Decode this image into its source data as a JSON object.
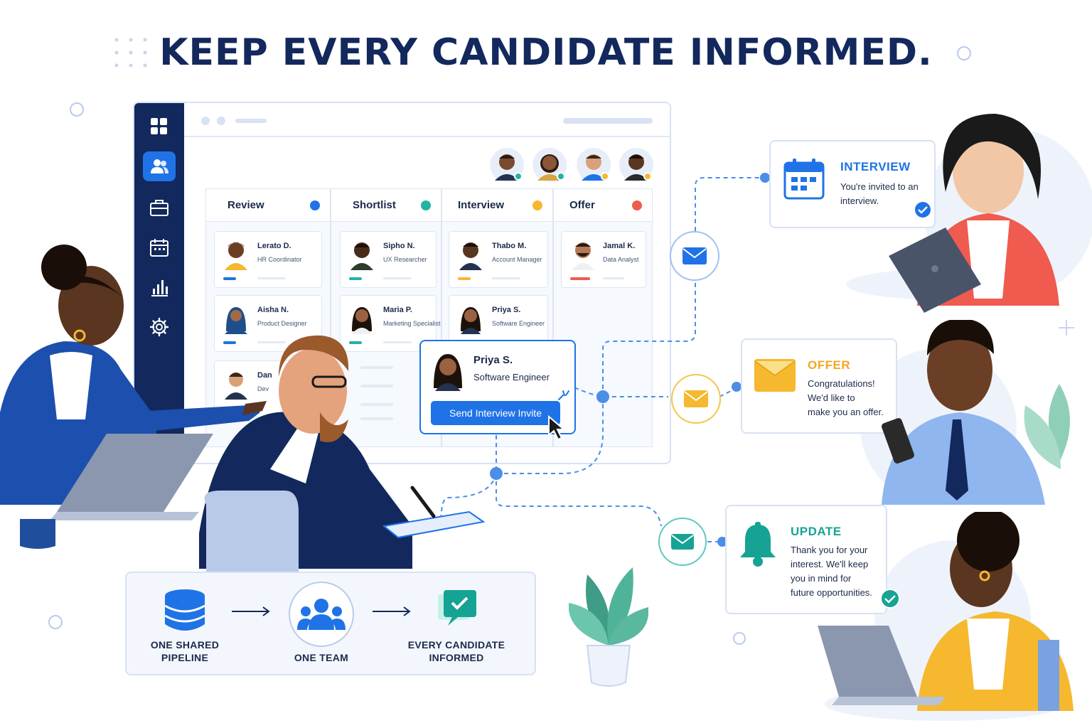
{
  "headline": "KEEP EVERY CANDIDATE INFORMED.",
  "colors": {
    "navy": "#13285c",
    "primary_blue": "#1f73e6",
    "review": "#1f73e6",
    "shortlist": "#22b3a6",
    "interview": "#f5b82e",
    "offer": "#ef5b4f",
    "update_teal": "#16a394"
  },
  "sidebar": {
    "items": [
      {
        "icon": "dashboard-grid-icon",
        "active": false
      },
      {
        "icon": "people-icon",
        "active": true
      },
      {
        "icon": "briefcase-icon",
        "active": false
      },
      {
        "icon": "calendar-icon",
        "active": false
      },
      {
        "icon": "bar-chart-icon",
        "active": false
      },
      {
        "icon": "gear-icon",
        "active": false
      }
    ]
  },
  "pipeline": {
    "columns": [
      {
        "label": "Review",
        "color": "#1f73e6",
        "cards": [
          {
            "name": "Lerato D.",
            "role": "HR Coordinator",
            "bar_color": "#1f73e6"
          },
          {
            "name": "Aisha N.",
            "role": "Product Designer",
            "bar_color": "#1f73e6"
          },
          {
            "name": "Dan",
            "role": "Dev",
            "bar_color": "#1f73e6"
          }
        ]
      },
      {
        "label": "Shortlist",
        "color": "#22b3a6",
        "cards": [
          {
            "name": "Sipho N.",
            "role": "UX Researcher",
            "bar_color": "#22b3a6"
          },
          {
            "name": "Maria P.",
            "role": "Marketing Specialist",
            "bar_color": "#22b3a6"
          }
        ]
      },
      {
        "label": "Interview",
        "color": "#f5b82e",
        "cards": [
          {
            "name": "Thabo M.",
            "role": "Account Manager",
            "bar_color": "#f5b82e"
          },
          {
            "name": "Priya S.",
            "role": "Software Engineer",
            "bar_color": "#f5b82e"
          }
        ]
      },
      {
        "label": "Offer",
        "color": "#ef5b4f",
        "cards": [
          {
            "name": "Jamal K.",
            "role": "Data Analyst",
            "bar_color": "#ef5b4f"
          }
        ]
      }
    ]
  },
  "popup": {
    "name": "Priya S.",
    "role": "Software Engineer",
    "button": "Send Interview Invite"
  },
  "notifications": {
    "interview": {
      "title": "INTERVIEW",
      "line1": "You're invited to an",
      "line2": "interview."
    },
    "offer": {
      "title": "OFFER",
      "line1": "Congratulations!",
      "line2": "We'd like to",
      "line3": "make you an offer."
    },
    "update": {
      "title": "UPDATE",
      "line1": "Thank you for your",
      "line2": "interest. We'll keep",
      "line3": "you in mind for",
      "line4": "future opportunities."
    }
  },
  "flow": {
    "step1_line1": "ONE SHARED",
    "step1_line2": "PIPELINE",
    "step2": "ONE TEAM",
    "step3_line1": "EVERY CANDIDATE",
    "step3_line2": "INFORMED"
  }
}
